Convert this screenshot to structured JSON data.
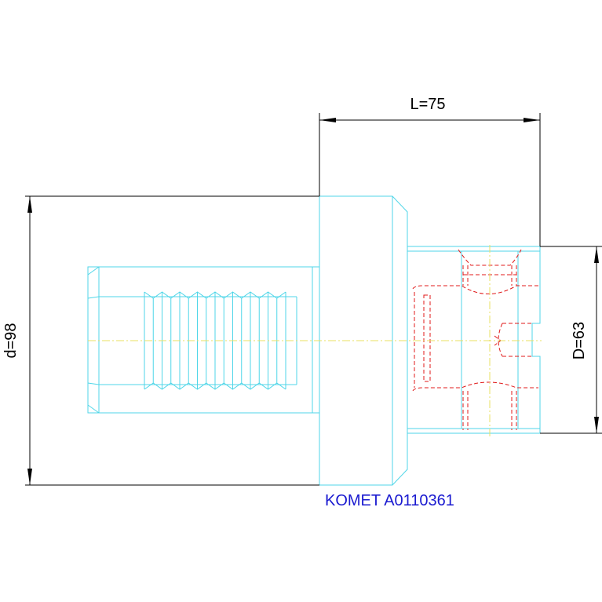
{
  "dimensions": {
    "length_label": "L=75",
    "shank_diameter_label": "d=98",
    "body_diameter_label": "D=63"
  },
  "part": {
    "caption": "KOMET A0110361"
  },
  "colors": {
    "outline": "#4fd6e8",
    "hidden": "#e01818",
    "centerline": "#e8e060",
    "dimension": "#000000",
    "caption": "#1a1ad0"
  }
}
